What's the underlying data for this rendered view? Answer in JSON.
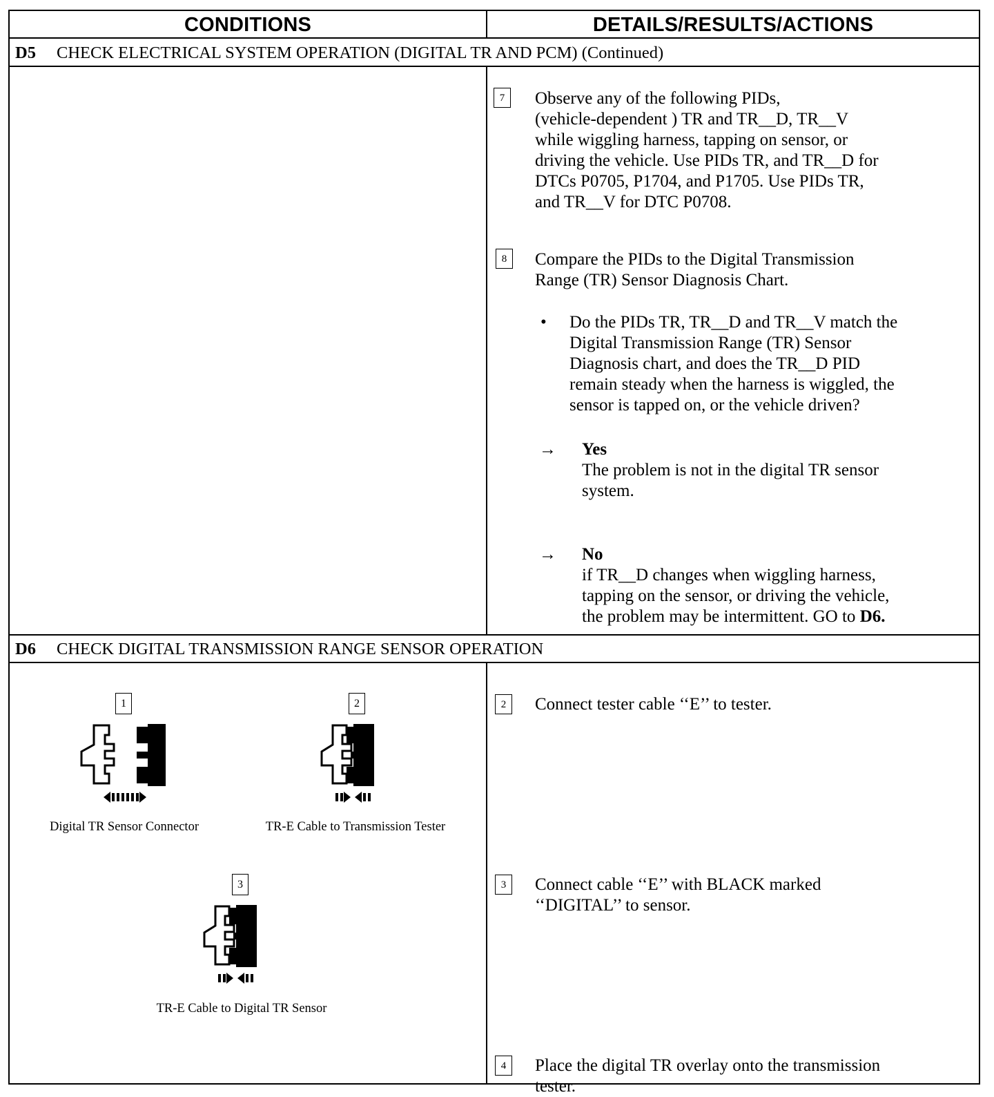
{
  "header": {
    "conditions": "CONDITIONS",
    "details": "DETAILS/RESULTS/ACTIONS"
  },
  "d5": {
    "code": "D5",
    "title": "CHECK ELECTRICAL SYSTEM OPERATION (DIGITAL TR AND PCM) (Continued)",
    "step7": {
      "num": "7",
      "lines": [
        "Observe any of the following PIDs,",
        "(vehicle-dependent ) TR and TR__D, TR__V",
        "while wiggling harness, tapping on sensor, or",
        "driving the vehicle. Use PIDs TR, and TR__D for",
        "DTCs P0705, P1704, and P1705. Use PIDs TR,",
        "and  TR__V for DTC P0708."
      ]
    },
    "step8": {
      "num": "8",
      "lines": [
        "Compare the PIDs to the Digital Transmission",
        "Range (TR) Sensor Diagnosis Chart."
      ]
    },
    "bullet": {
      "symbol": "•",
      "lines": [
        "Do the PIDs TR, TR__D and TR__V match the",
        "Digital Transmission Range (TR) Sensor",
        "Diagnosis chart, and does the TR__D PID",
        "remain steady when the harness is wiggled, the",
        "sensor is tapped on, or the vehicle  driven?"
      ]
    },
    "yes": {
      "arrow": "→",
      "label": "Yes",
      "lines": [
        "The problem is not in the digital TR sensor",
        "system."
      ]
    },
    "no": {
      "arrow": "→",
      "label": "No",
      "lines": [
        "if TR__D changes when wiggling harness,",
        "tapping on the sensor, or driving the vehicle,"
      ],
      "last_line": "the problem may be intermittent. GO to ",
      "goto": "D6."
    }
  },
  "d6": {
    "code": "D6",
    "title": "CHECK DIGITAL TRANSMISSION RANGE SENSOR OPERATION",
    "figures": [
      {
        "num": "1",
        "caption": "Digital TR Sensor Connector"
      },
      {
        "num": "2",
        "caption": "TR-E Cable to Transmission Tester"
      },
      {
        "num": "3",
        "caption": "TR-E Cable to Digital TR Sensor"
      }
    ],
    "step2": {
      "num": "2",
      "lines": [
        "Connect tester cable ‘‘E’’ to tester."
      ]
    },
    "step3": {
      "num": "3",
      "lines": [
        "Connect cable ‘‘E’’ with BLACK marked",
        "‘‘DIGITAL’’ to sensor."
      ]
    },
    "step4": {
      "num": "4",
      "lines": [
        "Place the digital TR overlay onto the transmission",
        "tester."
      ]
    }
  }
}
